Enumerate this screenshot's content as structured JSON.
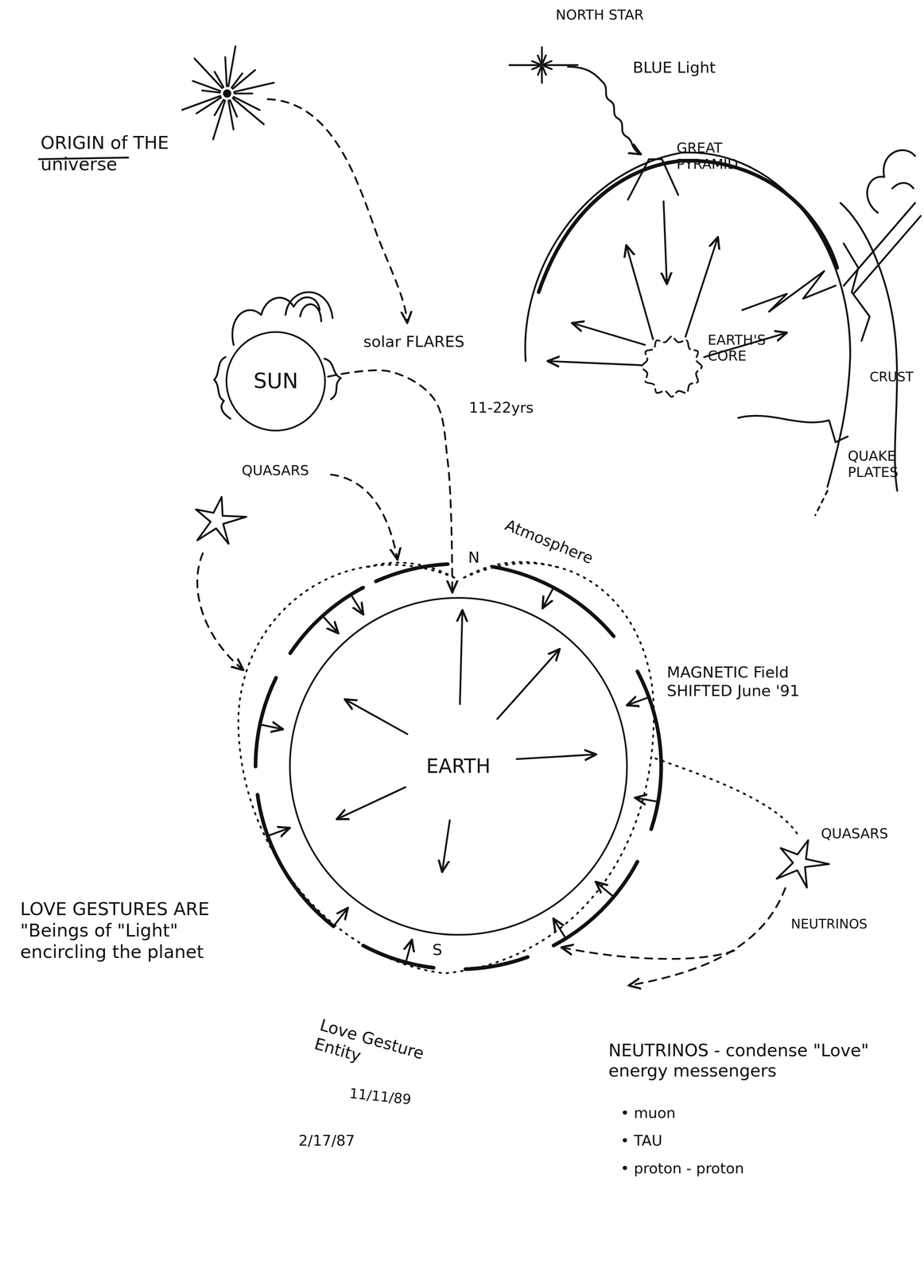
{
  "diagram": {
    "nodes": [
      {
        "text": [
          "SUN"
        ]
      },
      {
        "text": [
          "EARTH"
        ]
      },
      {
        "text": [
          "EARTH'S CORE"
        ]
      }
    ],
    "edges": [
      {
        "from": 0,
        "to": 1,
        "arrow": "to"
      }
    ],
    "labels": [
      "NORTH STAR",
      "BLUE Light",
      "ORIGIN of THE universe",
      "GREAT PYRAMID",
      "CRUST",
      "QUAKE PLATES",
      "solar FLARES",
      "11-22yrs",
      "QUASARS",
      "Atmosphere",
      "N",
      "MAGNETIC Field SHIFTED June '91",
      "QUASARS",
      "NEUTRINOS",
      "S",
      "LOVE GESTURES ARE \"Beings of \"Light\" encircling the planet",
      "Love Gesture Entity",
      "11/11/89",
      "2/17/87",
      "NEUTRINOS - condense \"Love\" energy messengers",
      "• muon",
      "• TAU",
      "• proton - proton"
    ]
  }
}
